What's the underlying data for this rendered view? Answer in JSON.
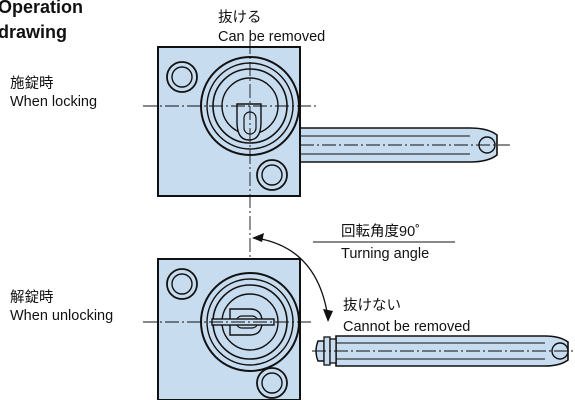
{
  "title_line1": "Operation",
  "title_line2": "drawing",
  "top_note_jp": "抜ける",
  "top_note_en": "Can be removed",
  "locking_jp": "施錠時",
  "locking_en": "When locking",
  "angle_jp": "回転角度90˚",
  "angle_en": "Turning angle",
  "unlocking_jp": "解錠時",
  "unlocking_en": "When unlocking",
  "bottom_note_jp": "抜けない",
  "bottom_note_en": "Cannot be removed",
  "colors": {
    "fill": "#c8dcf0",
    "line": "#111111"
  }
}
